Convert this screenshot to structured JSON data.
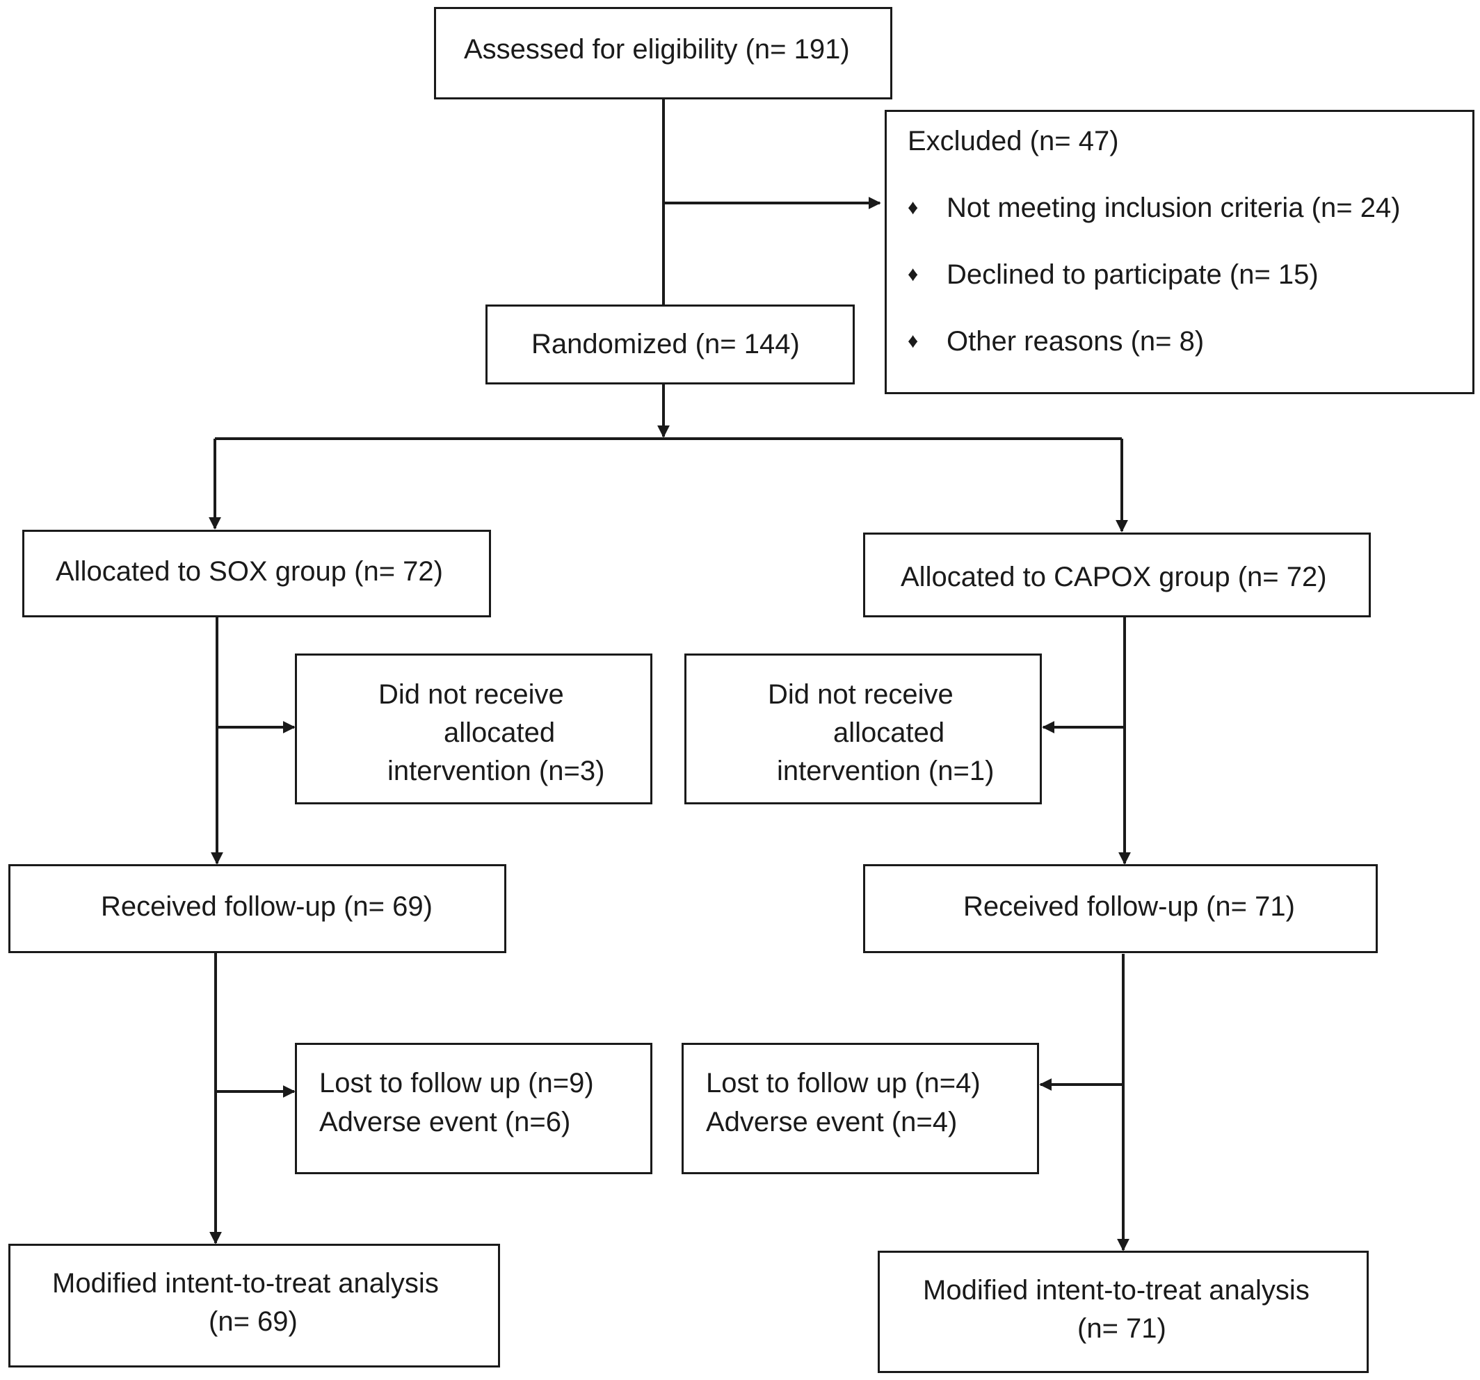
{
  "assessed": "Assessed for eligibility (n= 191)",
  "excluded": {
    "title": "Excluded (n= 47)",
    "items": [
      "Not meeting inclusion criteria (n= 24)",
      "Declined to participate (n= 15)",
      "Other reasons (n= 8)"
    ],
    "bullet": "♦"
  },
  "randomized": "Randomized (n= 144)",
  "sox": {
    "allocated": "Allocated to SOX group (n= 72)",
    "not_received": [
      "Did not receive",
      "allocated",
      "intervention (n=3)"
    ],
    "followup": "Received follow-up (n= 69)",
    "lost": [
      "Lost to follow up (n=9)",
      "Adverse event (n=6)"
    ],
    "analysis": [
      "Modified intent-to-treat analysis",
      "(n= 69)"
    ]
  },
  "capox": {
    "allocated": "Allocated to CAPOX group (n= 72)",
    "not_received": [
      "Did not receive",
      "allocated",
      "intervention (n=1)"
    ],
    "followup": "Received follow-up (n= 71)",
    "lost": [
      "Lost to follow up (n=4)",
      "Adverse event (n=4)"
    ],
    "analysis": [
      "Modified intent-to-treat analysis",
      "(n= 71)"
    ]
  }
}
